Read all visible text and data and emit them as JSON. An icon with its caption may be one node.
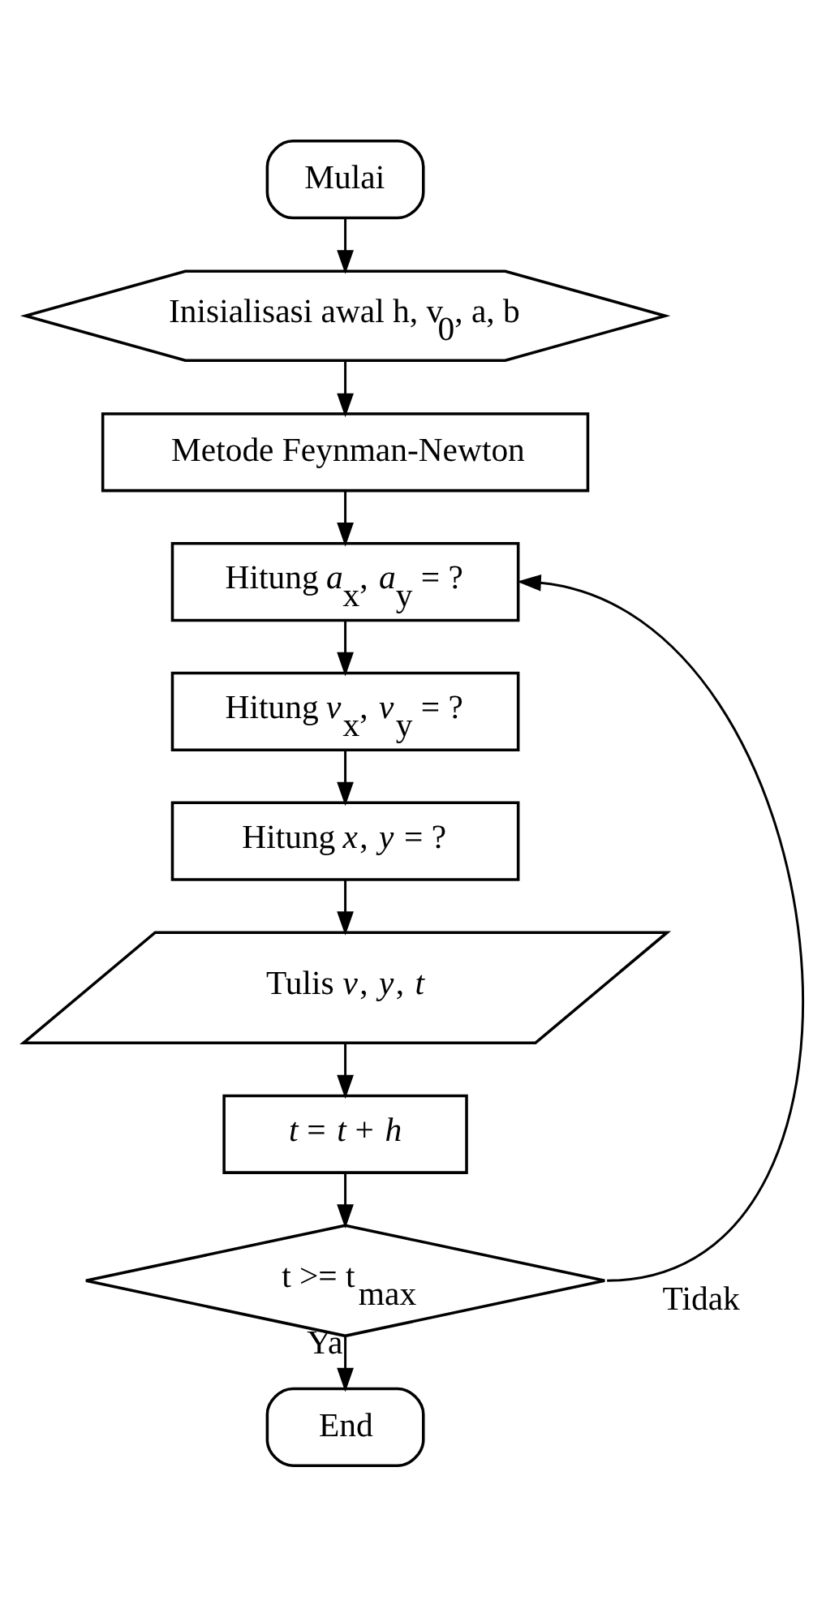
{
  "diagram": {
    "nodes": [
      {
        "text": [
          "Mulai"
        ]
      },
      {
        "text": [
          "Inisialisasi awal h, v$_{0}$, a, b"
        ]
      },
      {
        "text": [
          "Metode Feynman-Newton"
        ]
      },
      {
        "text": [
          "Hitung *a*$_{x}$, *a*$_{y}$ = ?"
        ]
      },
      {
        "text": [
          "Hitung *v*$_{x}$, *v*$_{y}$ = ?"
        ]
      },
      {
        "text": [
          "Hitung *x*, *y* = ?"
        ]
      },
      {
        "text": [
          "Tulis *v*, *y*, *t*"
        ]
      },
      {
        "text": [
          "*t* = *t* + *h*"
        ]
      },
      {
        "text": [
          "t >= t$_{max}$"
        ]
      },
      {
        "text": [
          "End"
        ]
      }
    ],
    "edges": [
      {
        "from": 0,
        "to": 1,
        "arrow": "to"
      },
      {
        "from": 1,
        "to": 2,
        "arrow": "to"
      },
      {
        "from": 2,
        "to": 3,
        "arrow": "to"
      },
      {
        "from": 3,
        "to": 4,
        "arrow": "to"
      },
      {
        "from": 4,
        "to": 5,
        "arrow": "to"
      },
      {
        "from": 5,
        "to": 6,
        "arrow": "to"
      },
      {
        "from": 6,
        "to": 7,
        "arrow": "to"
      },
      {
        "from": 7,
        "to": 8,
        "arrow": "to"
      },
      {
        "from": 8,
        "to": 9,
        "arrow": "to",
        "label": "Ya"
      },
      {
        "from": 8,
        "to": 3,
        "arrow": "to",
        "label": "Tidak"
      }
    ]
  }
}
